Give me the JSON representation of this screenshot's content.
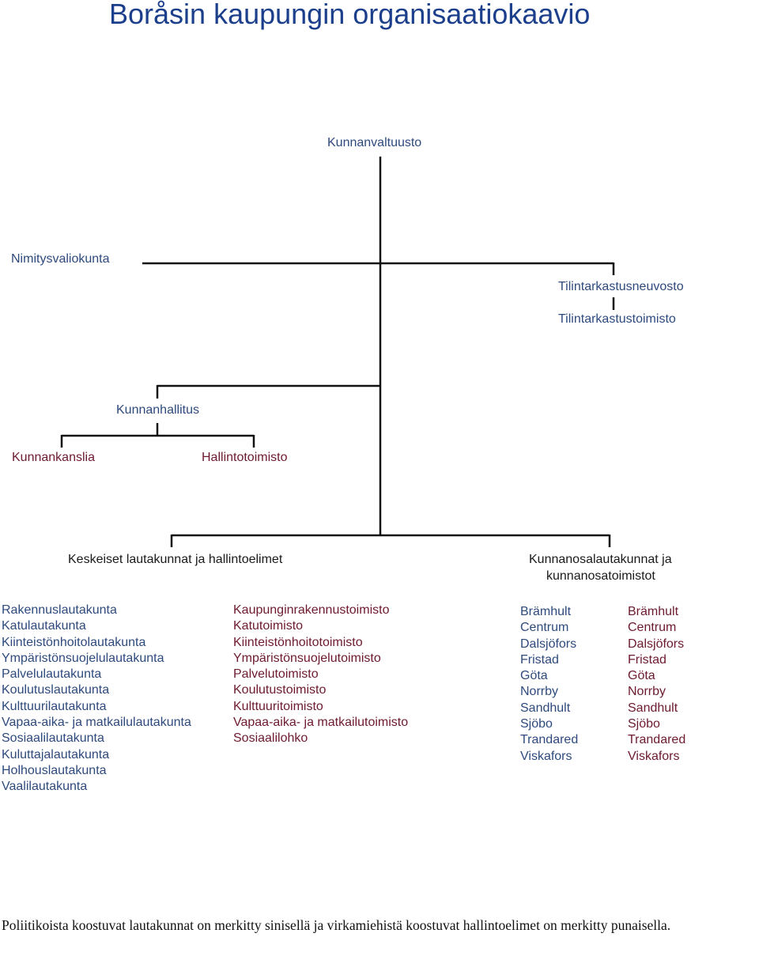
{
  "title": "Boråsin kaupungin organisaatiokaavio",
  "nodes": {
    "council": "Kunnanvaltuusto",
    "nominating": "Nimitysvaliokunta",
    "audit_board": "Tilintarkastusneuvosto",
    "audit_office": "Tilintarkastustoimisto",
    "executive_board": "Kunnanhallitus",
    "chancery": "Kunnankanslia",
    "admin_office": "Hallintotoimisto",
    "central_bodies": "Keskeiset lautakunnat ja hallintoelimet",
    "district_bodies_line1": "Kunnanosalautakunnat ja",
    "district_bodies_line2": "kunnanosatoimistot"
  },
  "committees": [
    "Rakennuslautakunta",
    "Katulautakunta",
    "Kiinteistönhoitolautakunta",
    "Ympäristönsuojelulautakunta",
    "Palvelulautakunta",
    "Koulutuslautakunta",
    "Kulttuurilautakunta",
    "Vapaa-aika- ja matkailulautakunta",
    "Sosiaalilautakunta",
    "Kuluttajalautakunta",
    "Holhouslautakunta",
    "Vaalilautakunta"
  ],
  "offices": [
    "Kaupunginrakennustoimisto",
    "Katutoimisto",
    "Kiinteistönhoitotoimisto",
    "Ympäristönsuojelutoimisto",
    "Palvelutoimisto",
    "Koulutustoimisto",
    "Kulttuuritoimisto",
    "Vapaa-aika- ja matkailutoimisto",
    "Sosiaalilohko"
  ],
  "district_committees": [
    "Brämhult",
    "Centrum",
    "Dalsjöfors",
    "Fristad",
    "Göta",
    "Norrby",
    "Sandhult",
    "Sjöbo",
    "Trandared",
    "Viskafors"
  ],
  "district_offices": [
    "Brämhult",
    "Centrum",
    "Dalsjöfors",
    "Fristad",
    "Göta",
    "Norrby",
    "Sandhult",
    "Sjöbo",
    "Trandared",
    "Viskafors"
  ],
  "footnote": "Poliitikoista koostuvat lautakunnat on merkitty sinisellä ja virkamiehistä koostuvat hallintoelimet on merkitty punaisella.",
  "colors": {
    "politicians": "#2e4a7d",
    "officials": "#6d1a2e",
    "title": "#1c3f8c",
    "lines": "#111111"
  }
}
